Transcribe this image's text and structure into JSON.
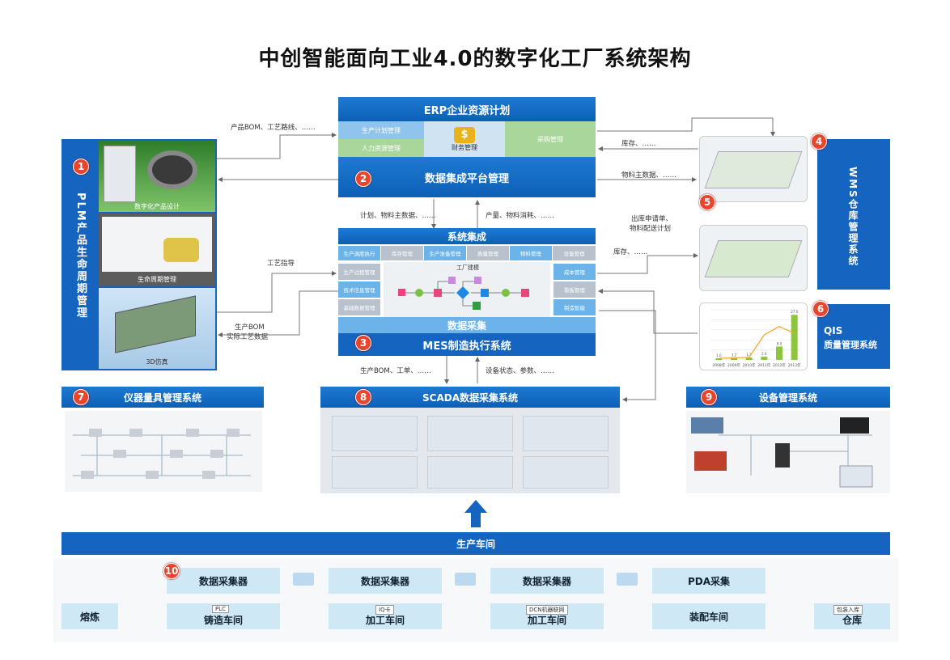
{
  "title": "中创智能面向工业4.0的数字化工厂系统架构",
  "erp": {
    "title": "ERP企业资源计划",
    "cells": [
      "生产计划管理",
      "人力资源管理",
      "财务管理",
      "采购管理"
    ],
    "platform": "数据集成平台管理"
  },
  "mes": {
    "integration": "系统集成",
    "top_cells": [
      "生产调度执行",
      "库存管理",
      "生产准备管理",
      "质量管理",
      "物料管理",
      "设备管理"
    ],
    "left_cells": [
      "生产过程管理",
      "技术信息管理",
      "基础数据管理"
    ],
    "right_cells": [
      "成本管理",
      "看板管理",
      "制造智能"
    ],
    "workflow_title": "工厂建模",
    "collection": "数据采集",
    "title": "MES制造执行系统"
  },
  "plm": {
    "title": "PLM产品生命周期管理",
    "captions": [
      "数字化产品设计",
      "生命周期管理",
      "3D仿真"
    ]
  },
  "wms": {
    "title": "WMS仓库管理系统"
  },
  "qis": {
    "title_line1": "QIS",
    "title_line2": "质量管理系统",
    "chart_data": {
      "type": "bar",
      "categories": [
        "2008年",
        "2009年",
        "2010年",
        "2011年",
        "2012年",
        "2013年"
      ],
      "values": [
        1,
        1.2,
        1.5,
        2,
        8,
        27
      ],
      "data_labels": [
        "1.0",
        "1.2",
        "1.5",
        "2.0",
        "8.0",
        "27.0"
      ],
      "line": [
        1,
        1.2,
        1.5,
        15,
        20,
        16
      ],
      "ylim": [
        0,
        30
      ]
    }
  },
  "instrument": {
    "title": "仪器量具管理系统"
  },
  "scada": {
    "title": "SCADA数据采集系统"
  },
  "equipment": {
    "title": "设备管理系统"
  },
  "workshop": {
    "title": "生产车间",
    "collectors": [
      "数据采集器",
      "数据采集器",
      "数据采集器",
      "PDA采集"
    ],
    "processes": [
      "熔炼",
      "铸造车间",
      "加工车间",
      "加工车间",
      "装配车间",
      "仓库"
    ],
    "tags": [
      "PLC",
      "IQ卡",
      "DCN机器联网",
      "包装入库"
    ]
  },
  "flows": {
    "plm_erp": "产品BOM、工艺路线、……",
    "plan_master": "计划、物料主数据、……",
    "output_consume": "产量、物料消耗、……",
    "process_guide": "工艺指导",
    "bom_actual_1": "生产BOM",
    "bom_actual_2": "实际工艺数据",
    "bom_order": "生产BOM、工单、……",
    "device_status": "设备状态、参数、……",
    "stock_1": "库存、……",
    "material_master": "物料主数据、……",
    "outbound_1": "出库申请单、",
    "outbound_2": "物料配送计划",
    "stock_2": "库存、……"
  },
  "badges": [
    "1",
    "2",
    "3",
    "4",
    "5",
    "6",
    "7",
    "8",
    "9",
    "10"
  ]
}
